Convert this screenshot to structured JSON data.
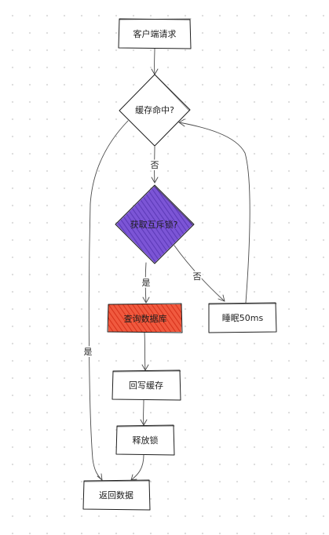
{
  "nodes": {
    "client_request": "客户端请求",
    "cache_hit": "缓存命中?",
    "get_lock": "获取互斥锁?",
    "query_db": "查询数据库",
    "sleep": "睡眠50ms",
    "write_cache": "回写缓存",
    "release_lock": "释放锁",
    "return_data": "返回数据"
  },
  "edges": {
    "cache_miss": "否",
    "lock_yes": "是",
    "lock_no": "否",
    "cache_yes": "是"
  },
  "colors": {
    "lock_fill": "#7c55d6",
    "db_fill": "#ef4b30",
    "stroke": "#1e1e1e"
  }
}
